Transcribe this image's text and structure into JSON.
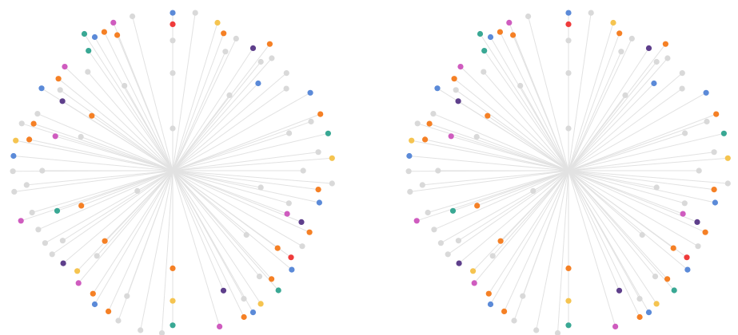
{
  "colors": {
    "background": "#ffffff",
    "edge": "#e2e2e2",
    "hub": "#e2e2e2",
    "unlabeled_node": "#d9d9d9",
    "orange": "#f58025",
    "blue": "#5b8ad8",
    "purple": "#5e3f8b",
    "teal": "#39a894",
    "pink": "#cf5cbf",
    "red": "#ef3b3b",
    "yellow": "#f5c450"
  },
  "panels": [
    {
      "id": "left"
    },
    {
      "id": "right"
    }
  ],
  "nodes": [
    {
      "r": 0.97,
      "a": -90.0,
      "c": "blue"
    },
    {
      "r": 0.9,
      "a": -90.0,
      "c": "red"
    },
    {
      "r": 0.8,
      "a": -90.0,
      "c": "unlabeled_node"
    },
    {
      "r": 0.6,
      "a": -90.0,
      "c": "unlabeled_node"
    },
    {
      "r": 0.26,
      "a": -90.0,
      "c": "unlabeled_node"
    },
    {
      "r": 0.98,
      "a": -81.9,
      "c": "unlabeled_node"
    },
    {
      "r": 0.95,
      "a": -73.2,
      "c": "yellow"
    },
    {
      "r": 0.9,
      "a": -69.7,
      "c": "orange"
    },
    {
      "r": 0.9,
      "a": -64.4,
      "c": "unlabeled_node"
    },
    {
      "r": 0.8,
      "a": -66.2,
      "c": "unlabeled_node"
    },
    {
      "r": 0.9,
      "a": -56.8,
      "c": "purple"
    },
    {
      "r": 0.98,
      "a": -52.6,
      "c": "orange"
    },
    {
      "r": 0.86,
      "a": -51.1,
      "c": "unlabeled_node"
    },
    {
      "r": 0.92,
      "a": -48.7,
      "c": "unlabeled_node"
    },
    {
      "r": 0.75,
      "a": -45.7,
      "c": "blue"
    },
    {
      "r": 0.58,
      "a": -53.1,
      "c": "unlabeled_node"
    },
    {
      "r": 0.92,
      "a": -40.7,
      "c": "unlabeled_node"
    },
    {
      "r": 0.86,
      "a": -35.9,
      "c": "unlabeled_node"
    },
    {
      "r": 0.97,
      "a": -29.6,
      "c": "blue"
    },
    {
      "r": 0.97,
      "a": -21.0,
      "c": "orange"
    },
    {
      "r": 0.9,
      "a": -19.6,
      "c": "unlabeled_node"
    },
    {
      "r": 0.75,
      "a": -17.9,
      "c": "unlabeled_node"
    },
    {
      "r": 0.98,
      "a": -13.5,
      "c": "teal"
    },
    {
      "r": 0.9,
      "a": -7.3,
      "c": "unlabeled_node"
    },
    {
      "r": 0.98,
      "a": -4.5,
      "c": "yellow"
    },
    {
      "r": 0.8,
      "a": 0.0,
      "c": "unlabeled_node"
    },
    {
      "r": 0.98,
      "a": 4.6,
      "c": "unlabeled_node"
    },
    {
      "r": 0.9,
      "a": 7.4,
      "c": "orange"
    },
    {
      "r": 0.92,
      "a": 12.3,
      "c": "blue"
    },
    {
      "r": 0.55,
      "a": 10.8,
      "c": "unlabeled_node"
    },
    {
      "r": 0.74,
      "a": 15.7,
      "c": "unlabeled_node"
    },
    {
      "r": 0.75,
      "a": 20.7,
      "c": "pink"
    },
    {
      "r": 0.85,
      "a": 21.8,
      "c": "purple"
    },
    {
      "r": 0.92,
      "a": 24.3,
      "c": "orange"
    },
    {
      "r": 0.92,
      "a": 30.3,
      "c": "unlabeled_node"
    },
    {
      "r": 0.9,
      "a": 36.3,
      "c": "red"
    },
    {
      "r": 0.95,
      "a": 39.8,
      "c": "blue"
    },
    {
      "r": 0.8,
      "a": 36.5,
      "c": "orange"
    },
    {
      "r": 0.6,
      "a": 41.1,
      "c": "unlabeled_node"
    },
    {
      "r": 0.9,
      "a": 47.7,
      "c": "orange"
    },
    {
      "r": 0.98,
      "a": 48.6,
      "c": "teal"
    },
    {
      "r": 0.84,
      "a": 50.7,
      "c": "unlabeled_node"
    },
    {
      "r": 0.98,
      "a": 56.6,
      "c": "yellow"
    },
    {
      "r": 1.0,
      "a": 60.5,
      "c": "blue"
    },
    {
      "r": 1.0,
      "a": 64.1,
      "c": "orange"
    },
    {
      "r": 0.9,
      "a": 61.0,
      "c": "unlabeled_node"
    },
    {
      "r": 0.8,
      "a": 67.1,
      "c": "purple"
    },
    {
      "r": 1.0,
      "a": 73.3,
      "c": "pink"
    },
    {
      "r": 0.95,
      "a": 90.0,
      "c": "teal"
    },
    {
      "r": 0.8,
      "a": 90.0,
      "c": "yellow"
    },
    {
      "r": 0.6,
      "a": 90.0,
      "c": "orange"
    },
    {
      "r": 1.0,
      "a": 93.8,
      "c": "unlabeled_node"
    },
    {
      "r": 1.0,
      "a": 101.4,
      "c": "unlabeled_node"
    },
    {
      "r": 0.98,
      "a": 109.9,
      "c": "unlabeled_node"
    },
    {
      "r": 0.95,
      "a": 114.5,
      "c": "orange"
    },
    {
      "r": 0.82,
      "a": 110.0,
      "c": "unlabeled_node"
    },
    {
      "r": 0.95,
      "a": 120.2,
      "c": "blue"
    },
    {
      "r": 0.9,
      "a": 122.9,
      "c": "orange"
    },
    {
      "r": 0.9,
      "a": 129.9,
      "c": "pink"
    },
    {
      "r": 0.85,
      "a": 133.5,
      "c": "yellow"
    },
    {
      "r": 0.88,
      "a": 139.7,
      "c": "purple"
    },
    {
      "r": 0.9,
      "a": 145.2,
      "c": "unlabeled_node"
    },
    {
      "r": 0.7,
      "a": 131.6,
      "c": "unlabeled_node"
    },
    {
      "r": 0.6,
      "a": 133.9,
      "c": "orange"
    },
    {
      "r": 0.9,
      "a": 150.4,
      "c": "unlabeled_node"
    },
    {
      "r": 0.9,
      "a": 156.3,
      "c": "unlabeled_node"
    },
    {
      "r": 0.8,
      "a": 147.5,
      "c": "unlabeled_node"
    },
    {
      "r": 0.98,
      "a": 161.7,
      "c": "pink"
    },
    {
      "r": 0.9,
      "a": 163.4,
      "c": "unlabeled_node"
    },
    {
      "r": 0.75,
      "a": 160.8,
      "c": "teal"
    },
    {
      "r": 0.6,
      "a": 159.0,
      "c": "orange"
    },
    {
      "r": 0.25,
      "a": 150.1,
      "c": "unlabeled_node"
    },
    {
      "r": 0.98,
      "a": 172.4,
      "c": "unlabeled_node"
    },
    {
      "r": 0.98,
      "a": 179.8,
      "c": "unlabeled_node"
    },
    {
      "r": 0.9,
      "a": 174.4,
      "c": "unlabeled_node"
    },
    {
      "r": 0.98,
      "a": 185.3,
      "c": "blue"
    },
    {
      "r": 0.8,
      "a": 180.0,
      "c": "unlabeled_node"
    },
    {
      "r": 0.98,
      "a": 190.9,
      "c": "yellow"
    },
    {
      "r": 0.9,
      "a": 192.3,
      "c": "orange"
    },
    {
      "r": 0.97,
      "a": 197.4,
      "c": "unlabeled_node"
    },
    {
      "r": 0.9,
      "a": 198.7,
      "c": "orange"
    },
    {
      "r": 0.9,
      "a": 202.9,
      "c": "unlabeled_node"
    },
    {
      "r": 0.75,
      "a": 196.4,
      "c": "pink"
    },
    {
      "r": 0.6,
      "a": 200.3,
      "c": "unlabeled_node"
    },
    {
      "r": 0.95,
      "a": 212.2,
      "c": "blue"
    },
    {
      "r": 0.85,
      "a": 215.7,
      "c": "unlabeled_node"
    },
    {
      "r": 0.8,
      "a": 212.3,
      "c": "purple"
    },
    {
      "r": 0.6,
      "a": 214.2,
      "c": "orange"
    },
    {
      "r": 0.9,
      "a": 218.9,
      "c": "orange"
    },
    {
      "r": 0.92,
      "a": 224.0,
      "c": "pink"
    },
    {
      "r": 0.8,
      "a": 229.4,
      "c": "unlabeled_node"
    },
    {
      "r": 0.9,
      "a": 235.0,
      "c": "teal"
    },
    {
      "r": 1.0,
      "a": 237.2,
      "c": "teal"
    },
    {
      "r": 0.95,
      "a": 239.8,
      "c": "blue"
    },
    {
      "r": 0.98,
      "a": 248.2,
      "c": "pink"
    },
    {
      "r": 0.95,
      "a": 243.8,
      "c": "orange"
    },
    {
      "r": 0.9,
      "a": 247.8,
      "c": "orange"
    },
    {
      "r": 0.6,
      "a": 240.5,
      "c": "unlabeled_node"
    },
    {
      "r": 0.98,
      "a": 255.4,
      "c": "unlabeled_node"
    }
  ]
}
